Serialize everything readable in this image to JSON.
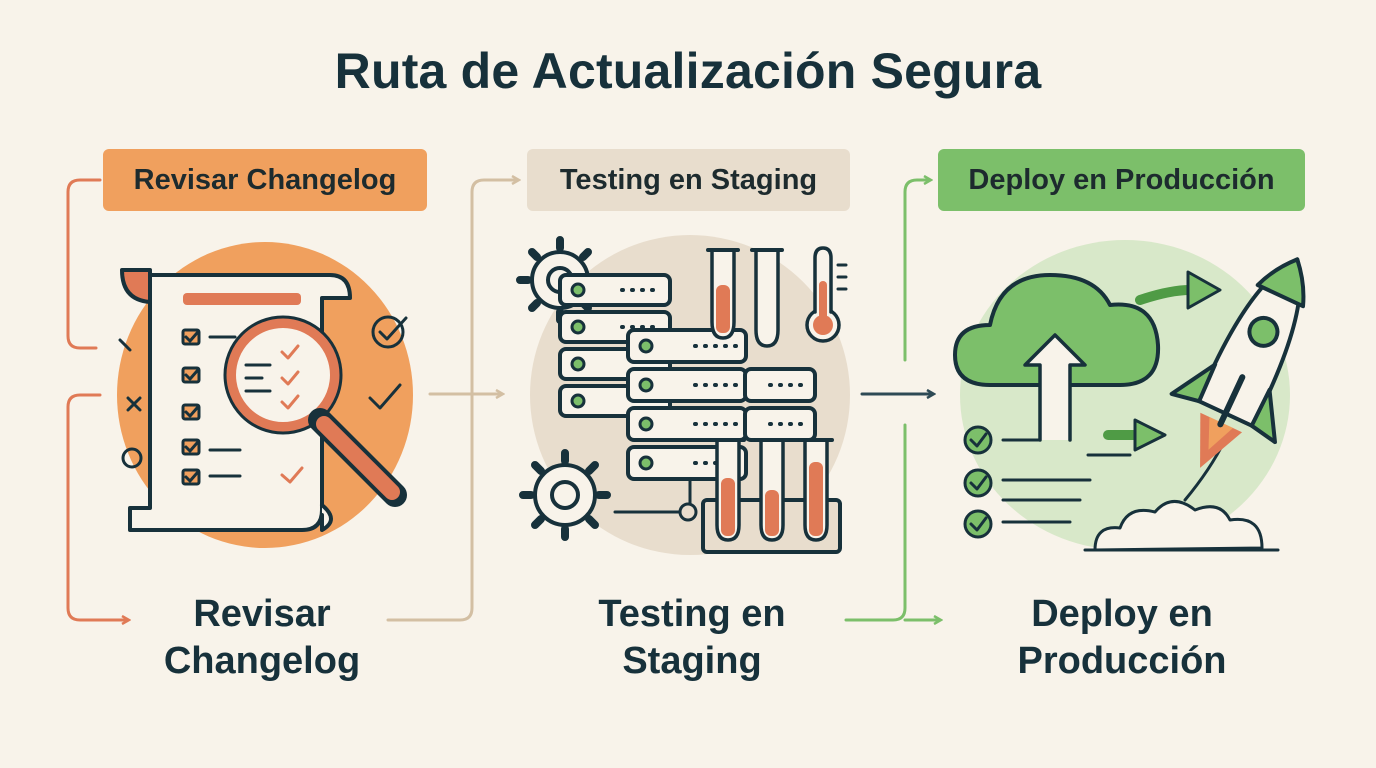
{
  "title": "Ruta de Actualización Segura",
  "colors": {
    "background": "#f8f3ea",
    "ink": "#17313b",
    "orange": "#f0a05e",
    "orange_stroke": "#e07a56",
    "beige": "#e8ddcd",
    "beige_stroke": "#d3bfa3",
    "green": "#7cbf6a",
    "green_dark": "#4f9b45"
  },
  "steps": [
    {
      "pill_label": "Revisar Changelog",
      "caption_line1": "Revisar",
      "caption_line2": "Changelog",
      "icon": "changelog-magnifier-icon"
    },
    {
      "pill_label": "Testing en Staging",
      "caption_line1": "Testing en",
      "caption_line2": "Staging",
      "icon": "servers-testtubes-icon"
    },
    {
      "pill_label": "Deploy en Producción",
      "caption_line1": "Deploy en",
      "caption_line2": "Producción",
      "icon": "cloud-rocket-icon"
    }
  ]
}
